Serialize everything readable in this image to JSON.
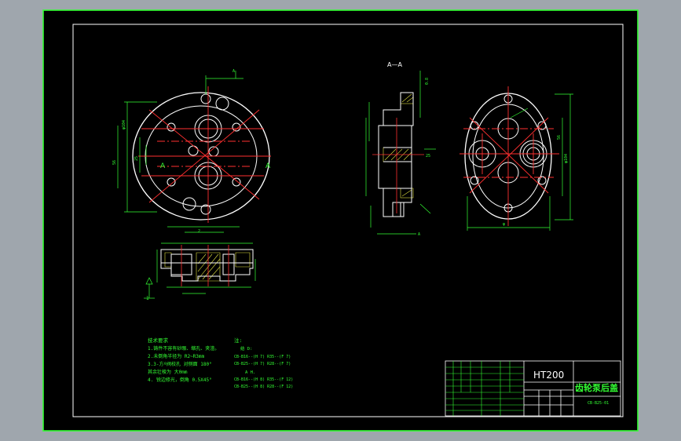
{
  "sheet": {
    "section_label": "A—A",
    "material": "HT200",
    "part_name": "齿轮泵后盖",
    "drawing_no": "CB-B25-01"
  },
  "notes": {
    "title": "技术要求",
    "lines": [
      "1.铸件不容有砂眼、缩孔、夹渣。",
      "2.未倒角半径为 R2~R3mm",
      "3.3-方º阀校孔 对侧面 180°",
      "  其余壮棱为 大0mm",
      "4. 锐边修光，倒角 0.5X45°"
    ]
  },
  "fits": {
    "title": "注:",
    "header": "结 D:",
    "lines": [
      "CB-B16--(H 7) R35--(F 7)",
      "CB-B25--(H 7) R28--(F 7)",
      "A H.",
      "CB-B16--(H 8) R35--(F 12)",
      "CB-B25--(H 8) R28--(F 12)"
    ]
  },
  "colors": {
    "frame_green": "#33ff33",
    "outline_white": "#ffffff",
    "centerline_red": "#ff3030",
    "hatch_yellow": "#e0e040",
    "dimension_green": "#33ff33",
    "paper": "#000000",
    "surround": "#9fa6ad"
  }
}
